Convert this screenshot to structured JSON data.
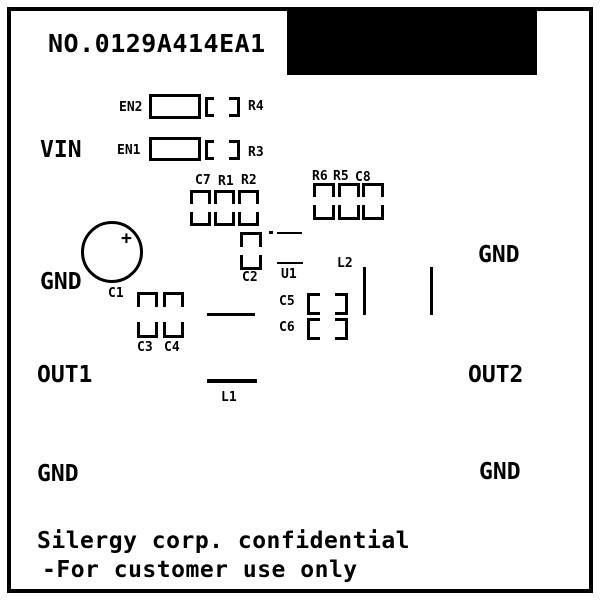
{
  "colors": {
    "ink": "#000000",
    "paper": "#ffffff"
  },
  "title": {
    "part_number": "NO.0129A414EA1"
  },
  "labels": {
    "vin": "VIN",
    "gnd_left": "GND",
    "gnd_right": "GND",
    "gnd_bottom_left": "GND",
    "gnd_bottom_right": "GND",
    "out1": "OUT1",
    "out2": "OUT2"
  },
  "components": {
    "en2": "EN2",
    "en1": "EN1",
    "r4": "R4",
    "r3": "R3",
    "c7": "C7",
    "r1": "R1",
    "r2": "R2",
    "r6": "R6",
    "r5": "R5",
    "c8": "C8",
    "c1": "C1",
    "c1_polarity": "+",
    "c2": "C2",
    "u1": "U1",
    "l2": "L2",
    "c5": "C5",
    "c6": "C6",
    "c3": "C3",
    "c4": "C4",
    "l1": "L1"
  },
  "footer": {
    "line1": "Silergy corp. confidential",
    "line2": "-For customer use only"
  }
}
